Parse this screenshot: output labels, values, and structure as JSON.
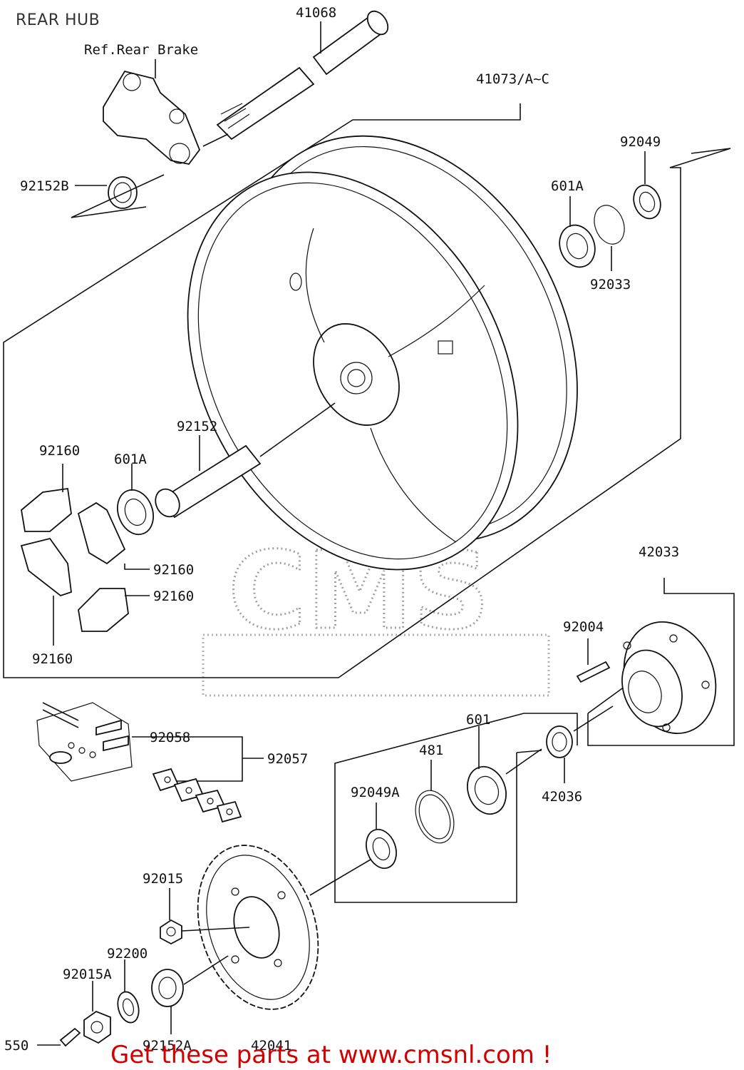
{
  "title": "REAR HUB",
  "ref_label": "Ref.Rear Brake",
  "parts": {
    "p41068": "41068",
    "p41073": "41073/A~C",
    "p92049": "92049",
    "p601A_top": "601A",
    "p92033": "92033",
    "p92152B": "92152B",
    "p92152": "92152",
    "p92160_a": "92160",
    "p601A_mid": "601A",
    "p92160_b": "92160",
    "p92160_c": "92160",
    "p92160_d": "92160",
    "p42033": "42033",
    "p92004": "92004",
    "p92058": "92058",
    "p92057": "92057",
    "p601": "601",
    "p481": "481",
    "p42036": "42036",
    "p92049A": "92049A",
    "p92015": "92015",
    "p92200": "92200",
    "p92015A": "92015A",
    "p550": "550",
    "p92152A": "92152A",
    "p42041": "42041"
  },
  "watermark": "CMS",
  "promo": "Get these parts at www.cmsnl.com !"
}
